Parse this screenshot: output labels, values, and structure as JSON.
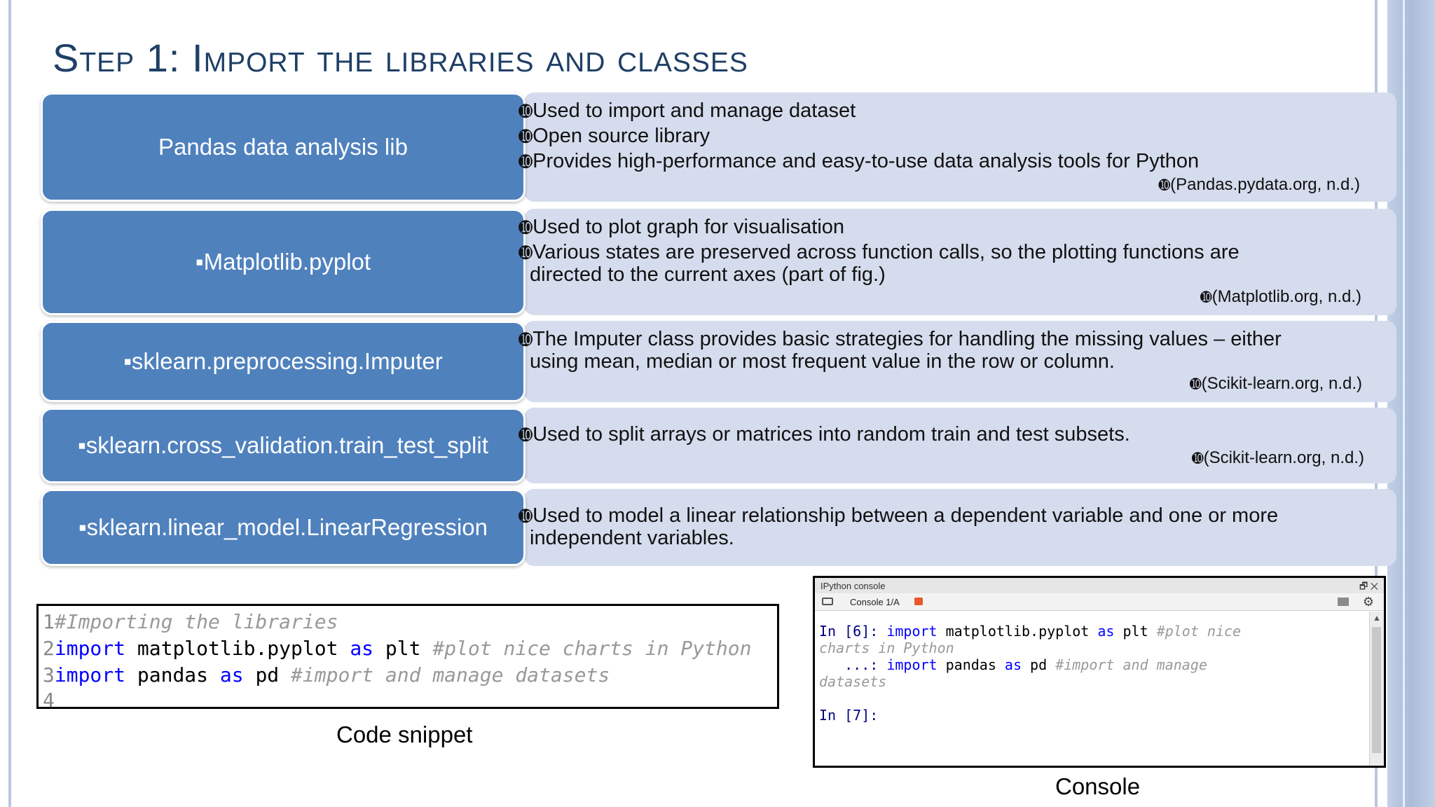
{
  "slide": {
    "title": "Step 1: Import the libraries and classes"
  },
  "rows": [
    {
      "label": "Pandas data analysis lib",
      "bullets": [
        "Used to import and manage dataset",
        "Open source library",
        "Provides high-performance and easy-to-use data analysis tools for Python"
      ],
      "citation": "(Pandas.pydata.org, n.d.)"
    },
    {
      "label": "▪Matplotlib.pyplot",
      "bullets": [
        "Used to plot graph for visualisation",
        "Various states are preserved across function calls, so the plotting functions are"
      ],
      "continuation": "directed to the current axes (part of fig.)",
      "citation": "(Matplotlib.org, n.d.)"
    },
    {
      "label": "▪sklearn.preprocessing.Imputer",
      "bullets": [
        "The Imputer class provides basic strategies for handling the missing values – either"
      ],
      "continuation": "using mean, median or most frequent value in the row or column.",
      "citation": "(Scikit-learn.org, n.d.)"
    },
    {
      "label": "▪sklearn.cross_validation.train_test_split",
      "bullets": [
        "Used to split arrays or matrices into random train and test subsets."
      ],
      "citation": "(Scikit-learn.org, n.d.)"
    },
    {
      "label": "▪sklearn.linear_model.LinearRegression",
      "bullets": [
        "Used to model a linear relationship between a dependent variable and one or more"
      ],
      "continuation": "independent variables."
    }
  ],
  "bullet_marker": "➓",
  "code_snippet": {
    "lines": [
      {
        "num": "1",
        "comment": "#Importing the libraries"
      },
      {
        "num": "2",
        "kw1": "import",
        "mod": " matplotlib.pyplot ",
        "kw2": "as",
        "alias": " plt ",
        "comment": "#plot nice charts in Python"
      },
      {
        "num": "3",
        "kw1": "import",
        "mod": " pandas ",
        "kw2": "as",
        "alias": " pd ",
        "comment": "#import and manage datasets"
      },
      {
        "num": "4"
      }
    ],
    "caption": "Code snippet"
  },
  "console": {
    "window_title": "IPython console",
    "tab_label": "Console 1/A",
    "window_controls": "🗗 ✕",
    "line1_prompt": "In [6]:",
    "line1_kw1": "import",
    "line1_mod": " matplotlib.pyplot ",
    "line1_kw2": "as",
    "line1_alias": " plt ",
    "line1_comment": "#plot nice",
    "line1_comment_wrap": "charts in Python",
    "line2_prompt": "   ...:",
    "line2_kw1": "import",
    "line2_mod": " pandas ",
    "line2_kw2": "as",
    "line2_alias": " pd ",
    "line2_comment": "#import and manage",
    "line2_comment_wrap": "datasets",
    "line3_prompt": "In [7]:",
    "caption": "Console"
  }
}
